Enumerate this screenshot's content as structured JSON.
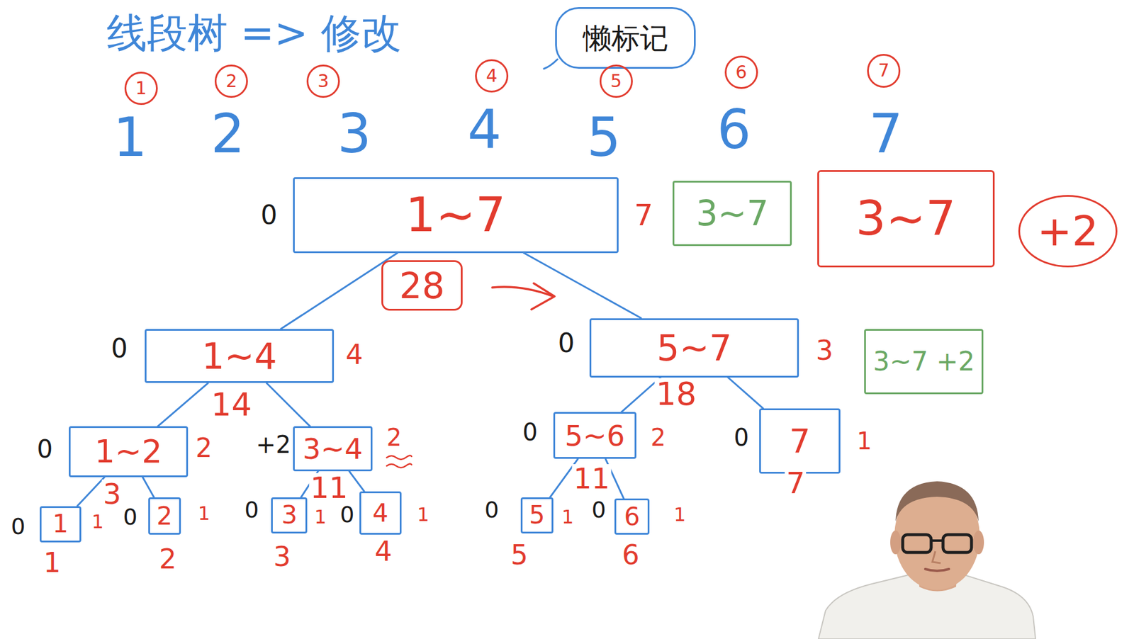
{
  "diagram": {
    "title": "线段树 => 修改",
    "nodes": [
      {
        "text": [
          "懒标记"
        ]
      },
      {
        "text": [
          "1"
        ]
      },
      {
        "text": [
          "2"
        ]
      },
      {
        "text": [
          "3"
        ]
      },
      {
        "text": [
          "4"
        ]
      },
      {
        "text": [
          "5"
        ]
      },
      {
        "text": [
          "6"
        ]
      },
      {
        "text": [
          "7"
        ]
      },
      {
        "text": [
          "1~7"
        ]
      },
      {
        "text": [
          "28"
        ]
      },
      {
        "text": [
          "3~7"
        ]
      },
      {
        "text": [
          "3~7"
        ]
      },
      {
        "text": [
          "+2"
        ]
      },
      {
        "text": [
          "1~4"
        ]
      },
      {
        "text": [
          "5~7"
        ]
      },
      {
        "text": [
          "3~7 +2"
        ]
      },
      {
        "text": [
          "1~2"
        ]
      },
      {
        "text": [
          "3~4"
        ]
      },
      {
        "text": [
          "5~6"
        ]
      },
      {
        "text": [
          "7"
        ]
      },
      {
        "text": [
          "1"
        ]
      },
      {
        "text": [
          "2"
        ]
      },
      {
        "text": [
          "3"
        ]
      },
      {
        "text": [
          "4"
        ]
      },
      {
        "text": [
          "5"
        ]
      },
      {
        "text": [
          "6"
        ]
      }
    ],
    "edges": [
      {
        "from": 8,
        "to": 13,
        "arrow": "none"
      },
      {
        "from": 8,
        "to": 14,
        "arrow": "none"
      },
      {
        "from": 13,
        "to": 16,
        "arrow": "none"
      },
      {
        "from": 13,
        "to": 17,
        "arrow": "none"
      },
      {
        "from": 14,
        "to": 18,
        "arrow": "none"
      },
      {
        "from": 14,
        "to": 19,
        "arrow": "none"
      },
      {
        "from": 16,
        "to": 20,
        "arrow": "none"
      },
      {
        "from": 16,
        "to": 21,
        "arrow": "none"
      },
      {
        "from": 17,
        "to": 22,
        "arrow": "none"
      },
      {
        "from": 17,
        "to": 23,
        "arrow": "none"
      },
      {
        "from": 18,
        "to": 24,
        "arrow": "none"
      },
      {
        "from": 18,
        "to": 25,
        "arrow": "none"
      }
    ],
    "labels": [
      "1",
      "2",
      "3",
      "4",
      "5",
      "6",
      "7",
      "0",
      "7",
      "0",
      "4",
      "14",
      "0",
      "3",
      "18",
      "0",
      "2",
      "3",
      "+2",
      "2",
      "11",
      "0",
      "2",
      "11",
      "0",
      "1",
      "7",
      "0",
      "1",
      "1",
      "0",
      "1",
      "2",
      "0",
      "1",
      "3",
      "0",
      "1",
      "4",
      "0",
      "1",
      "5",
      "0",
      "1",
      "6"
    ]
  }
}
